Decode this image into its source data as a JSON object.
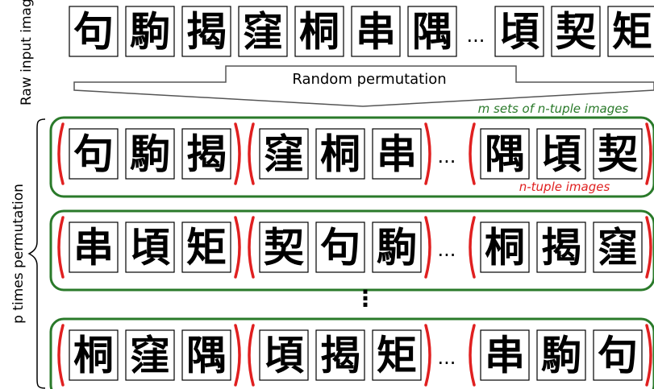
{
  "labels": {
    "raw_input": "Raw input images",
    "random_permutation": "Random permutation",
    "m_sets": "m sets of n-tuple images",
    "ntuple": "n-tuple images",
    "p_times": "p times permutation",
    "ellipsis_h": "...",
    "ellipsis_v": "⋮"
  },
  "raw_images": [
    "句",
    "駒",
    "揭",
    "窪",
    "桐",
    "串",
    "隅",
    "頃",
    "契",
    "矩"
  ],
  "rows": [
    {
      "tuples": [
        [
          "句",
          "駒",
          "揭"
        ],
        [
          "窪",
          "桐",
          "串"
        ],
        [
          "隅",
          "頃",
          "契"
        ]
      ]
    },
    {
      "tuples": [
        [
          "串",
          "頃",
          "矩"
        ],
        [
          "契",
          "句",
          "駒"
        ],
        [
          "桐",
          "揭",
          "窪"
        ]
      ]
    },
    {
      "tuples": [
        [
          "桐",
          "窪",
          "隅"
        ],
        [
          "頃",
          "揭",
          "矩"
        ],
        [
          "串",
          "駒",
          "句"
        ]
      ]
    }
  ],
  "colors": {
    "green": "#2a7a2a",
    "red": "#e02020",
    "black": "#000000",
    "gray": "#555555"
  }
}
